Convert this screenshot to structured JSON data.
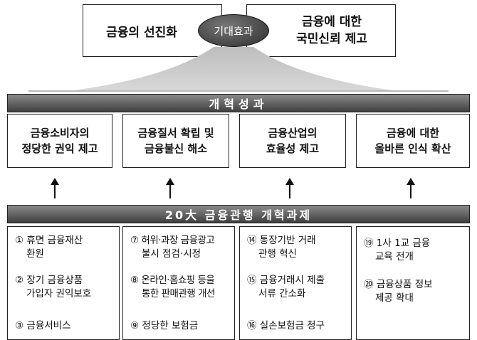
{
  "top": {
    "left_text": "금융의 선진화",
    "center_text": "기대효과",
    "right_text": [
      "금융에 대한",
      "국민신뢰 제고"
    ]
  },
  "results": {
    "bar_title": "개혁성과",
    "columns": [
      [
        "금융소비자의",
        "정당한 권익 제고"
      ],
      [
        "금융질서 확립 및",
        "금융불신 해소"
      ],
      [
        "금융산업의",
        "효율성 제고"
      ],
      [
        "금융에 대한",
        "올바른 인식 확산"
      ]
    ]
  },
  "tasks": {
    "bar_title": "20大 금융관행 개혁과제",
    "columns": [
      [
        [
          "① 휴면 금융재산",
          "환원"
        ],
        [
          "② 장기 금융상품",
          "가입자 권익보호"
        ],
        [
          "③ 금융서비스"
        ]
      ],
      [
        [
          "⑦ 허위·과장 금융광고",
          "불시 점검·시정"
        ],
        [
          "⑧ 온라인·홈쇼핑 등을",
          "통한 판매관행 개선"
        ],
        [
          "⑨ 정당한 보험금"
        ]
      ],
      [
        [
          "⑭ 통장기반 거래",
          "관행 혁신"
        ],
        [
          "⑮ 금융거래시 제출",
          "서류 간소화"
        ],
        [
          "⑯ 실손보험금 청구"
        ]
      ],
      [
        [
          "⑲ 1사 1교 금융",
          "교육 전개"
        ],
        [
          "⑳ 금융상품 정보",
          "제공 확대"
        ]
      ]
    ]
  }
}
